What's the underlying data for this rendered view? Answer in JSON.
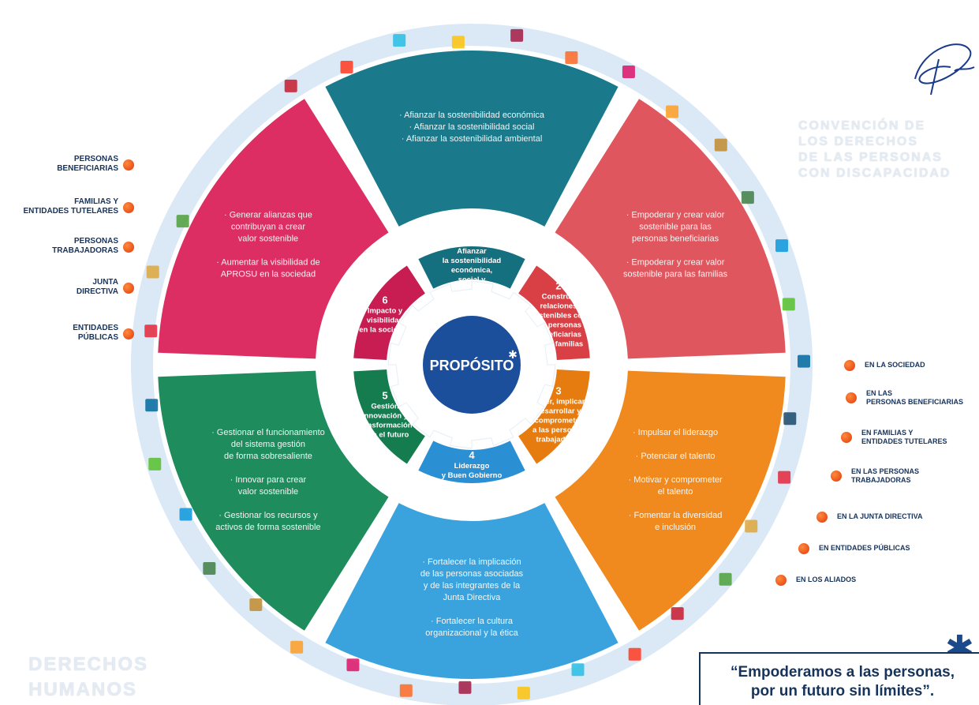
{
  "center": {
    "label": "PROPÓSITO"
  },
  "segments": [
    {
      "id": "s1",
      "color": "#1a7a8c",
      "inner_color": "#14707f",
      "number": "1",
      "title_lines": [
        "Afianzar",
        "la sostenibilidad",
        "económica,",
        "social y",
        "ambiental"
      ],
      "outer_lines": [
        "· Afianzar la sostenibilidad económica",
        "· Afianzar la sostenibilidad social",
        "· Afianzar la sostenibilidad ambiental"
      ]
    },
    {
      "id": "s2",
      "color": "#e0565e",
      "inner_color": "#d94045",
      "number": "2",
      "title_lines": [
        "Construir",
        "relaciones",
        "sostenibles con",
        "las personas",
        "beneficiarias",
        "y sus familias"
      ],
      "outer_lines": [
        "· Empoderar y crear valor",
        "sostenible para las",
        "personas beneficiarias",
        "",
        "· Empoderar y crear valor",
        "sostenible para las familias"
      ]
    },
    {
      "id": "s3",
      "color": "#f08a1e",
      "inner_color": "#e67c10",
      "number": "3",
      "title_lines": [
        "Atraer, implicar,",
        "desarrollar y",
        "comprometer",
        "a las personas",
        "trabajadoras"
      ],
      "outer_lines": [
        "· Impulsar el liderazgo",
        "",
        "· Potenciar el talento",
        "",
        "· Motivar y comprometer",
        "el talento",
        "",
        "· Fomentar la diversidad",
        "e inclusión"
      ]
    },
    {
      "id": "s4",
      "color": "#3aa3dd",
      "inner_color": "#2a8fd3",
      "number": "4",
      "title_lines": [
        "Liderazgo",
        "y Buen Gobierno"
      ],
      "outer_lines": [
        "· Fortalecer la implicación",
        "de las personas asociadas",
        "y de las integrantes de la",
        "Junta Directiva",
        "",
        "· Fortalecer la cultura",
        "organizacional y la ética"
      ]
    },
    {
      "id": "s5",
      "color": "#1e8c5c",
      "inner_color": "#147c4e",
      "number": "5",
      "title_lines": [
        "Gestión",
        "innovación y",
        "transformación",
        "para el futuro"
      ],
      "outer_lines": [
        "· Gestionar el funcionamiento",
        "del sistema gestión",
        "de forma sobresaliente",
        "",
        "· Innovar para crear",
        "valor sostenible",
        "",
        "· Gestionar los recursos y",
        "activos de forma sostenible"
      ]
    },
    {
      "id": "s6",
      "color": "#dc2e62",
      "inner_color": "#c71d52",
      "number": "6",
      "title_lines": [
        "Impacto y",
        "visibilidad",
        "en la sociedad"
      ],
      "outer_lines": [
        "· Generar alianzas que",
        "contribuyan a crear",
        "valor sostenible",
        "",
        "· Aumentar la visibilidad de",
        "APROSU en la sociedad"
      ]
    }
  ],
  "left_stakeholders": [
    {
      "lines": [
        "PERSONAS",
        "BENEFICIARIAS"
      ]
    },
    {
      "lines": [
        "FAMILIAS Y",
        "ENTIDADES TUTELARES"
      ]
    },
    {
      "lines": [
        "PERSONAS",
        "TRABAJADORAS"
      ]
    },
    {
      "lines": [
        "JUNTA",
        "DIRECTIVA"
      ]
    },
    {
      "lines": [
        "ENTIDADES",
        "PÚBLICAS"
      ]
    }
  ],
  "right_stakeholders": [
    {
      "lines": [
        "EN LA SOCIEDAD"
      ]
    },
    {
      "lines": [
        "EN LAS",
        "PERSONAS BENEFICIARIAS"
      ]
    },
    {
      "lines": [
        "EN FAMILIAS Y",
        "ENTIDADES TUTELARES"
      ]
    },
    {
      "lines": [
        "EN LAS PERSONAS",
        "TRABAJADORAS"
      ]
    },
    {
      "lines": [
        "EN LA JUNTA DIRECTIVA"
      ]
    },
    {
      "lines": [
        "EN ENTIDADES PÚBLICAS"
      ]
    },
    {
      "lines": [
        "EN LOS ALIADOS"
      ]
    }
  ],
  "background_text": {
    "convention": [
      "CONVENCIÓN DE",
      "LOS DERECHOS",
      "DE LAS PERSONAS",
      "CON DISCAPACIDAD"
    ],
    "rights": [
      "DERECHOS",
      "HUMANOS"
    ]
  },
  "quote": {
    "line1": "“Empoderamos a las personas,",
    "line2": "por un futuro sin límites”."
  },
  "colors": {
    "center": "#1b4f9c",
    "outer_ring": "#dbe9f6",
    "stakeholder_dot": "#e8460f",
    "text_dark": "#16335c"
  },
  "icons": [
    "sdg-icon"
  ]
}
